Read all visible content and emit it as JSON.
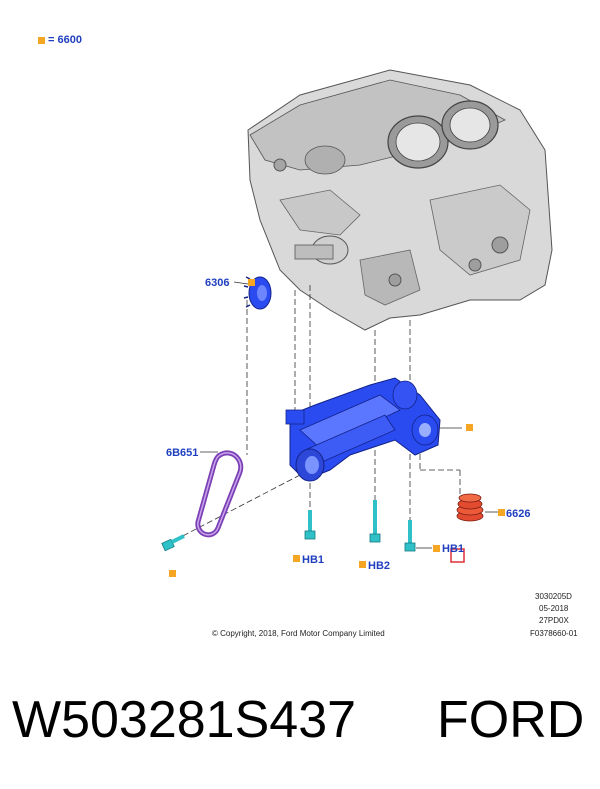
{
  "legend": {
    "marker_color": "#f5a623",
    "label": "= 6600"
  },
  "callouts": {
    "sprocket": "6306",
    "chain": "6B651",
    "screen": "6626",
    "bolt1": "HB1",
    "bolt2": "HB2",
    "bolt3": "HB1"
  },
  "meta": {
    "code": "3030205D",
    "date": "05-2018",
    "model": "27PD0X",
    "figure": "F0378660-01",
    "copyright": "© Copyright, 2018, Ford Motor Company Limited"
  },
  "caption": {
    "part_number": "W503281S437",
    "brand": "FORD"
  },
  "colors": {
    "pump": "#2a4bf0",
    "chain": "#7b3fb5",
    "bolt": "#2fc0c8",
    "screen": "#d93c2a",
    "marker": "#f5a623",
    "callout_text": "#1f3fbf",
    "highlight": "#e0303a"
  }
}
